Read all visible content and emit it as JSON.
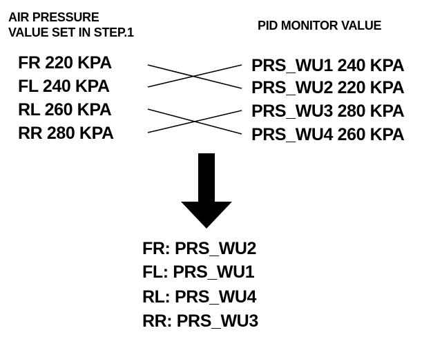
{
  "header_left": [
    "AIR PRESSURE",
    "VALUE SET IN STEP.1"
  ],
  "header_right": "PID MONITOR VALUE",
  "left_values": [
    "FR 220 KPA",
    "FL 240 KPA",
    "RL 260 KPA",
    "RR 280 KPA"
  ],
  "right_values": [
    "PRS_WU1 240 KPA",
    "PRS_WU2 220 KPA",
    "PRS_WU3 280 KPA",
    "PRS_WU4 260 KPA"
  ],
  "result": [
    "FR: PRS_WU2",
    "FL: PRS_WU1",
    "RL: PRS_WU4",
    "RR: PRS_WU3"
  ]
}
